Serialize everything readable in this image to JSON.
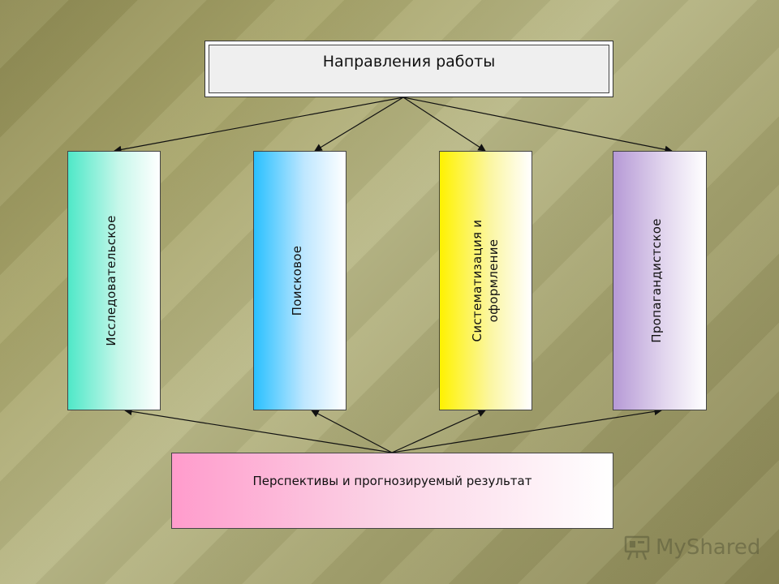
{
  "title": "Направления работы",
  "directions": [
    {
      "label": "Исследовательское"
    },
    {
      "label": "Поисковое"
    },
    {
      "label": "Систематизация и оформление"
    },
    {
      "label": "Пропагандистское"
    }
  ],
  "result": {
    "label": "Перспективы и прогнозируемый результат"
  },
  "watermark": {
    "text": "MyShared",
    "icon": "presentation-board-icon"
  }
}
